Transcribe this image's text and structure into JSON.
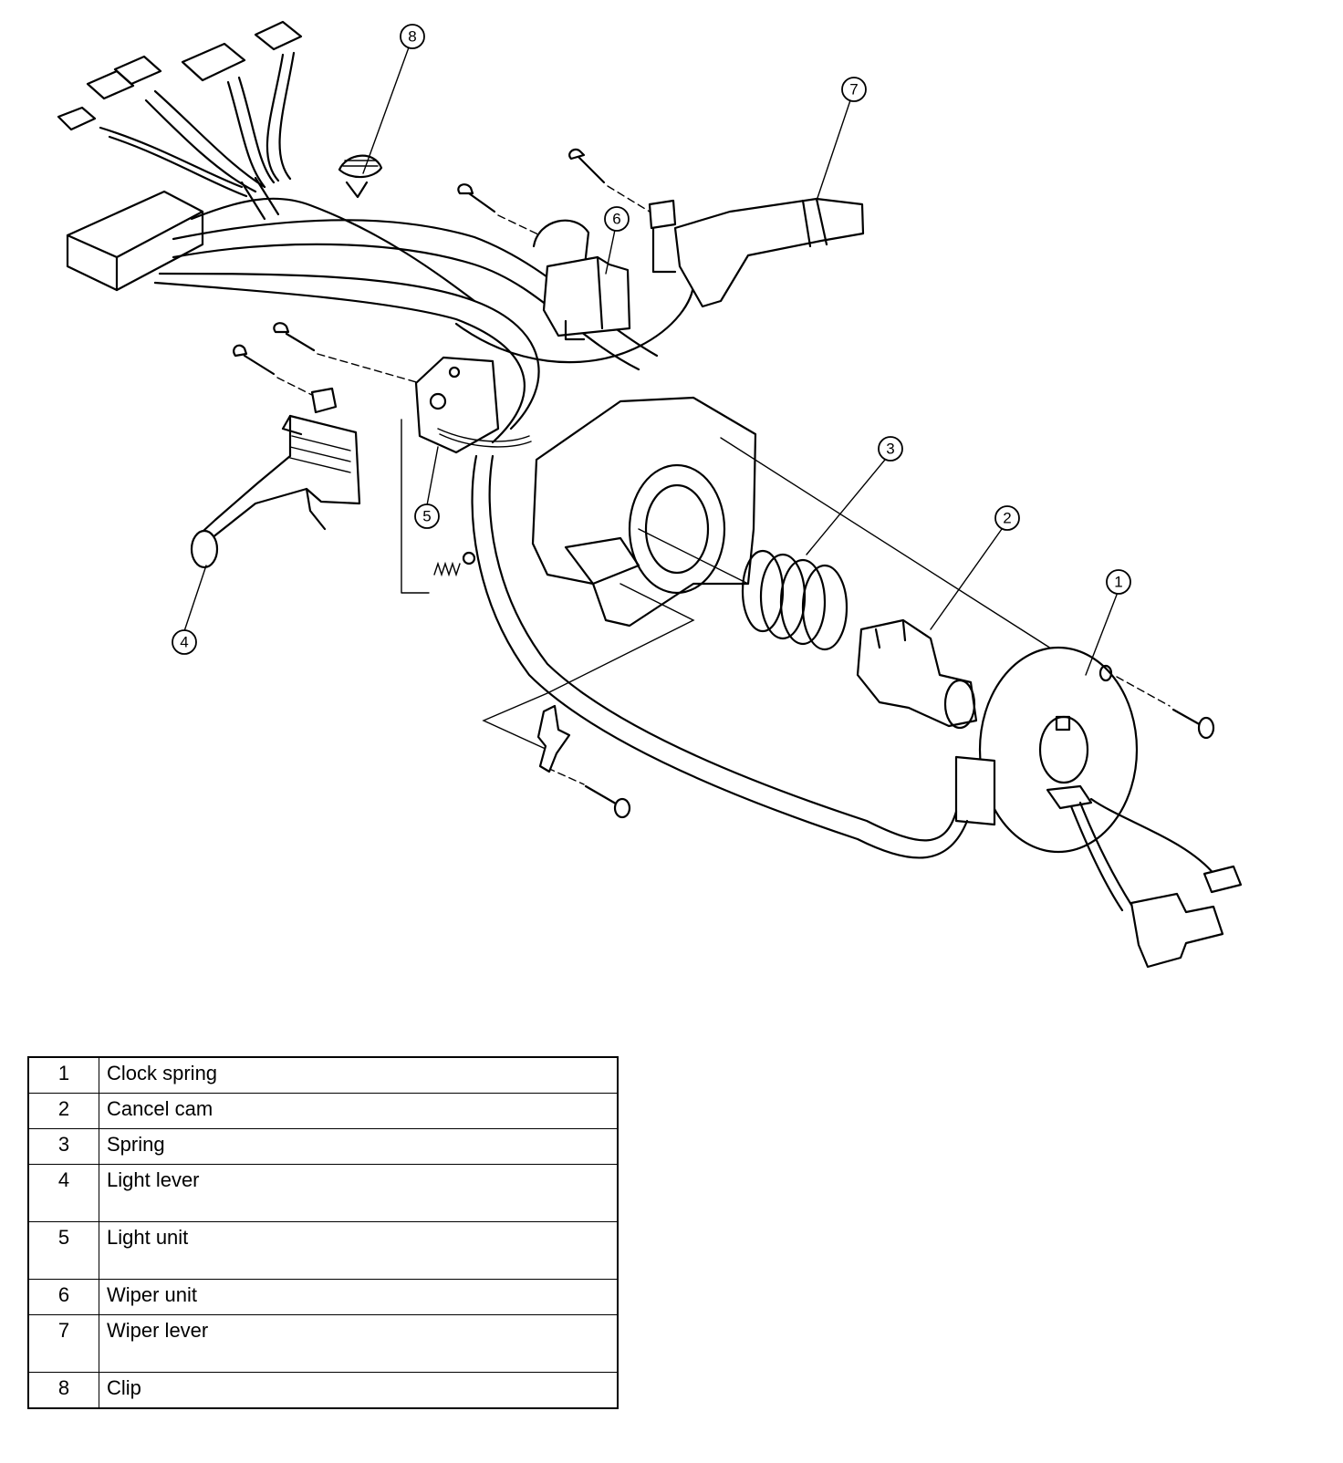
{
  "diagram": {
    "callouts": [
      "1",
      "2",
      "3",
      "4",
      "5",
      "6",
      "7",
      "8"
    ]
  },
  "legend": {
    "rows": [
      {
        "num": "1",
        "label": "Clock spring"
      },
      {
        "num": "2",
        "label": "Cancel cam"
      },
      {
        "num": "3",
        "label": "Spring"
      },
      {
        "num": "4",
        "label": "Light lever"
      },
      {
        "num": "5",
        "label": "Light unit"
      },
      {
        "num": "6",
        "label": "Wiper unit"
      },
      {
        "num": "7",
        "label": "Wiper lever"
      },
      {
        "num": "8",
        "label": "Clip"
      }
    ]
  }
}
